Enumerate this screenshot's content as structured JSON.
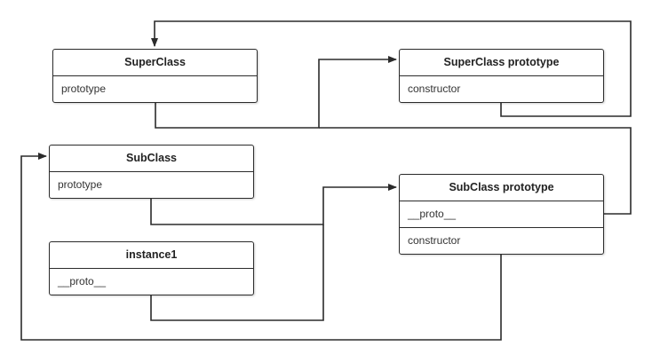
{
  "diagram": {
    "nodes": [
      {
        "id": "superclass",
        "title": "SuperClass",
        "rows": [
          "prototype"
        ]
      },
      {
        "id": "superclass-prototype",
        "title": "SuperClass prototype",
        "rows": [
          "constructor"
        ]
      },
      {
        "id": "subclass",
        "title": "SubClass",
        "rows": [
          "prototype"
        ]
      },
      {
        "id": "subclass-prototype",
        "title": "SubClass prototype",
        "rows": [
          "__proto__",
          "constructor"
        ]
      },
      {
        "id": "instance1",
        "title": "instance1",
        "rows": [
          "__proto__"
        ]
      }
    ],
    "edges": [
      {
        "from": "superclass.prototype",
        "to": "superclass-prototype"
      },
      {
        "from": "superclass-prototype.constructor",
        "to": "superclass"
      },
      {
        "from": "subclass.prototype",
        "to": "subclass-prototype"
      },
      {
        "from": "instance1.__proto__",
        "to": "subclass-prototype"
      },
      {
        "from": "subclass-prototype.__proto__",
        "to": "superclass-prototype"
      },
      {
        "from": "subclass-prototype.constructor",
        "to": "subclass"
      }
    ],
    "line_color": "#2b2b2b"
  }
}
